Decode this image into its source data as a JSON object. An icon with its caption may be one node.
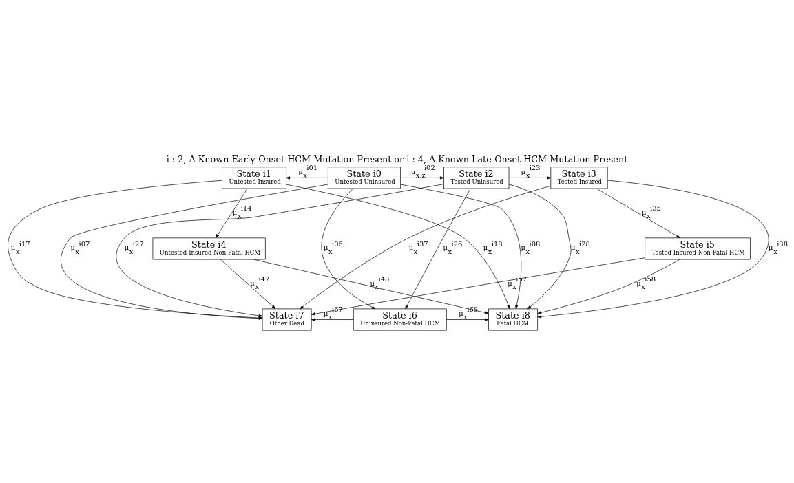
{
  "diagram": {
    "title": "i : 2, A Known Early-Onset HCM Mutation Present or i : 4, A Known Late-Onset HCM Mutation Present",
    "nodes": [
      {
        "text": [
          "State i1",
          "Untested Insured"
        ]
      },
      {
        "text": [
          "State i0",
          "Untested Uninsured"
        ]
      },
      {
        "text": [
          "State i2",
          "Tested Uninsured"
        ]
      },
      {
        "text": [
          "State i3",
          "Tested Insured"
        ]
      },
      {
        "text": [
          "State i4",
          "Untested-Insured Non-Fatal HCM"
        ]
      },
      {
        "text": [
          "State i5",
          "Tested-Insured Non-Fatal HCM"
        ]
      },
      {
        "text": [
          "State i7",
          "Other Dead"
        ]
      },
      {
        "text": [
          "State i6",
          "Uninsured Non-Fatal HCM"
        ]
      },
      {
        "text": [
          "State i8",
          "Fatal HCM"
        ]
      }
    ],
    "edges": [
      {
        "from": 1,
        "to": 0,
        "arrow": "to",
        "label": "μ$_{x}$$^{i01}$"
      },
      {
        "from": 1,
        "to": 2,
        "arrow": "to",
        "label": "μ$_{x,z}$$^{i02}$"
      },
      {
        "from": 2,
        "to": 3,
        "arrow": "to",
        "label": "μ$_{x}$$^{i23}$"
      },
      {
        "from": 0,
        "to": 4,
        "arrow": "to",
        "label": "μ$_{x}$$^{i14}$"
      },
      {
        "from": 0,
        "to": 6,
        "arrow": "to",
        "label": "μ$_{x}$$^{i17}$"
      },
      {
        "from": 0,
        "to": 8,
        "arrow": "to",
        "label": "μ$_{x}$$^{i18}$"
      },
      {
        "from": 1,
        "to": 6,
        "arrow": "to",
        "label": "μ$_{x}$$^{i07}$"
      },
      {
        "from": 1,
        "to": 7,
        "arrow": "to",
        "label": "μ$_{x}$$^{i06}$"
      },
      {
        "from": 1,
        "to": 8,
        "arrow": "to",
        "label": "μ$_{x}$$^{i08}$"
      },
      {
        "from": 2,
        "to": 6,
        "arrow": "to",
        "label": "μ$_{x}$$^{i27}$"
      },
      {
        "from": 2,
        "to": 7,
        "arrow": "to",
        "label": "μ$_{x}$$^{i26}$"
      },
      {
        "from": 2,
        "to": 8,
        "arrow": "to",
        "label": "μ$_{x}$$^{i28}$"
      },
      {
        "from": 3,
        "to": 6,
        "arrow": "to",
        "label": "μ$_{x}$$^{i37}$"
      },
      {
        "from": 3,
        "to": 8,
        "arrow": "to",
        "label": "μ$_{x}$$^{i38}$"
      },
      {
        "from": 3,
        "to": 5,
        "arrow": "to",
        "label": "μ$_{x}$$^{i35}$"
      },
      {
        "from": 4,
        "to": 6,
        "arrow": "to",
        "label": "μ$_{x}$$^{i47}$"
      },
      {
        "from": 4,
        "to": 8,
        "arrow": "to",
        "label": "μ$_{x}$$^{i48}$"
      },
      {
        "from": 5,
        "to": 6,
        "arrow": "to",
        "label": "μ$_{x}$$^{i57}$"
      },
      {
        "from": 5,
        "to": 8,
        "arrow": "to",
        "label": "μ$_{x}$$^{i58}$"
      },
      {
        "from": 7,
        "to": 6,
        "arrow": "to",
        "label": "μ$_{x}$$^{i67}$"
      },
      {
        "from": 7,
        "to": 8,
        "arrow": "to",
        "label": "μ$_{x}$$^{i68}$"
      }
    ]
  }
}
